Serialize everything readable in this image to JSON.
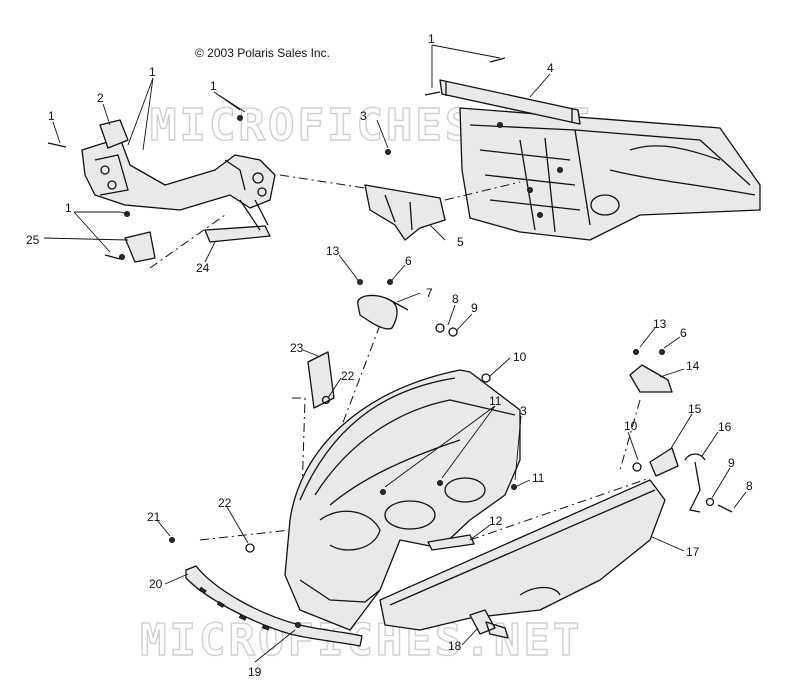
{
  "copyright": "© 2003 Polaris Sales Inc.",
  "watermark": "MICROFICHES.NET",
  "callouts": [
    "1",
    "2",
    "1",
    "1",
    "3",
    "4",
    "1",
    "1",
    "25",
    "24",
    "5",
    "13",
    "6",
    "7",
    "8",
    "9",
    "23",
    "22",
    "10",
    "13",
    "6",
    "14",
    "15",
    "16",
    "11",
    "3",
    "11",
    "10",
    "9",
    "8",
    "22",
    "21",
    "12",
    "20",
    "17",
    "18",
    "19"
  ]
}
